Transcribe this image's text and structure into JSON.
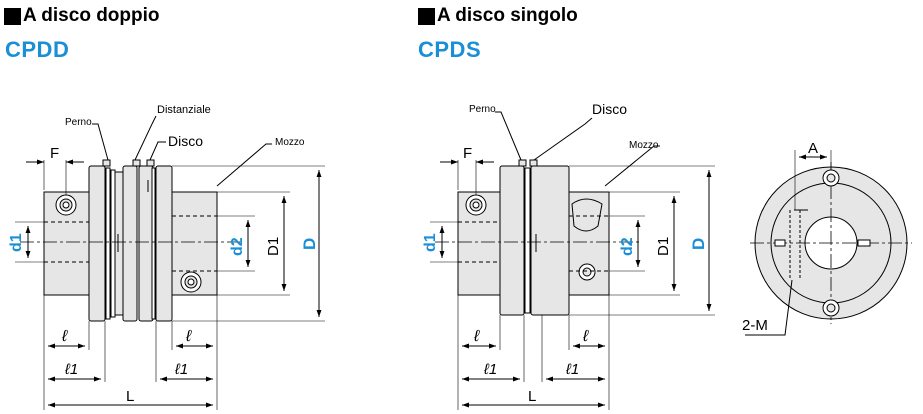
{
  "left": {
    "title": "A disco doppio",
    "code": "CPDD",
    "labels": {
      "perno": "Perno",
      "distanziale": "Distanziale",
      "disco": "Disco",
      "mozzo": "Mozzo",
      "F": "F",
      "d1": "d1",
      "d2": "d2",
      "D1": "D1",
      "D": "D",
      "l": "ℓ",
      "l1a": "ℓ1",
      "l1b": "ℓ1",
      "l2": "ℓ",
      "L": "L"
    }
  },
  "right": {
    "title": "A disco singolo",
    "code": "CPDS",
    "labels": {
      "perno": "Perno",
      "disco": "Disco",
      "mozzo": "Mozzo",
      "F": "F",
      "d1": "d1",
      "d2": "d2",
      "D1": "D1",
      "D": "D",
      "l": "ℓ",
      "l2": "ℓ",
      "l1a": "ℓ1",
      "l1b": "ℓ1",
      "L": "L",
      "A": "A",
      "M": "2-M"
    }
  },
  "colors": {
    "accent": "#1a8fd8",
    "part_fill": "#e6e6e6",
    "line": "#000000"
  }
}
